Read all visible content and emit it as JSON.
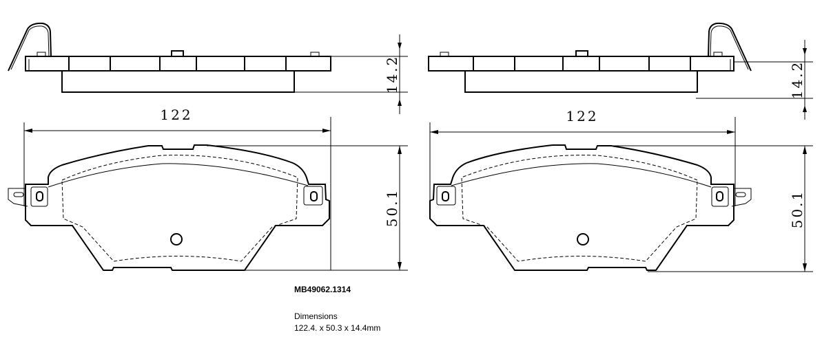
{
  "drawings": [
    {
      "side": "left",
      "thickness_label": "14.2",
      "width_label": "122",
      "height_label": "50.1"
    },
    {
      "side": "right",
      "thickness_label": "14.2",
      "width_label": "122",
      "height_label": "50.1"
    }
  ],
  "part_number": "MB49062.1314",
  "dimensions": {
    "label": "Dimensions",
    "value": "122.4. x 50.3 x 14.4mm"
  }
}
